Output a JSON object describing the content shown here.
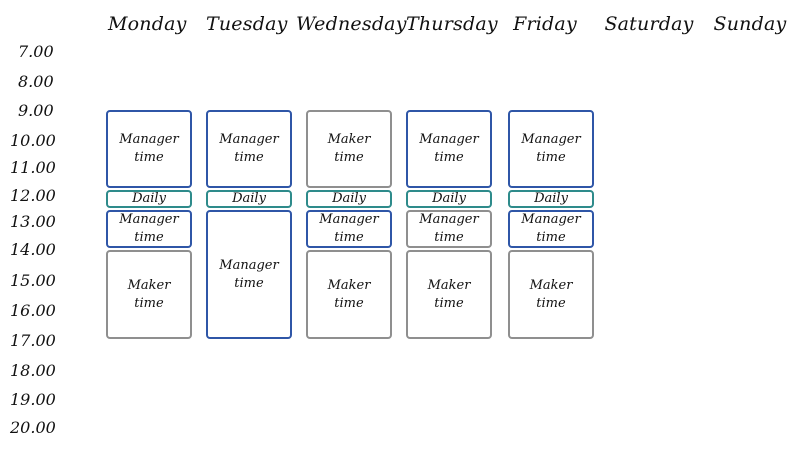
{
  "days": [
    "Monday",
    "Tuesday",
    "Wednesday",
    "Thursday",
    "Friday",
    "Saturday",
    "Sunday"
  ],
  "times": [
    "7.00",
    "8.00",
    "9.00",
    "10.00",
    "11.00",
    "12.00",
    "13.00",
    "14.00",
    "15.00",
    "16.00",
    "17.00",
    "18.00",
    "19.00",
    "20.00"
  ],
  "block_labels": {
    "manager": [
      "Manager",
      "time"
    ],
    "maker": [
      "Maker",
      "time"
    ],
    "daily": [
      "Daily"
    ]
  },
  "schedule": [
    {
      "day": "Monday",
      "blocks": [
        {
          "kind": "manager",
          "start": "9.00",
          "end": "12.00"
        },
        {
          "kind": "daily",
          "start": "12.00",
          "end": "12.30"
        },
        {
          "kind": "manager",
          "start": "12.30",
          "end": "14.00"
        },
        {
          "kind": "maker",
          "start": "14.00",
          "end": "17.00"
        }
      ]
    },
    {
      "day": "Tuesday",
      "blocks": [
        {
          "kind": "manager",
          "start": "9.00",
          "end": "12.00"
        },
        {
          "kind": "daily",
          "start": "12.00",
          "end": "12.30"
        },
        {
          "kind": "manager",
          "start": "12.30",
          "end": "17.00"
        }
      ]
    },
    {
      "day": "Wednesday",
      "blocks": [
        {
          "kind": "maker",
          "start": "9.00",
          "end": "12.00"
        },
        {
          "kind": "daily",
          "start": "12.00",
          "end": "12.30"
        },
        {
          "kind": "manager",
          "start": "12.30",
          "end": "14.00"
        },
        {
          "kind": "maker",
          "start": "14.00",
          "end": "17.00"
        }
      ]
    },
    {
      "day": "Thursday",
      "blocks": [
        {
          "kind": "manager",
          "start": "9.00",
          "end": "12.00"
        },
        {
          "kind": "daily",
          "start": "12.00",
          "end": "12.30"
        },
        {
          "kind": "manager",
          "start": "12.30",
          "end": "14.00",
          "border": "gray"
        },
        {
          "kind": "maker",
          "start": "14.00",
          "end": "17.00"
        }
      ]
    },
    {
      "day": "Friday",
      "blocks": [
        {
          "kind": "manager",
          "start": "9.00",
          "end": "12.00"
        },
        {
          "kind": "daily",
          "start": "12.00",
          "end": "12.30"
        },
        {
          "kind": "manager",
          "start": "12.30",
          "end": "14.00"
        },
        {
          "kind": "maker",
          "start": "14.00",
          "end": "17.00"
        }
      ]
    }
  ],
  "colors": {
    "manager_border": "#2f56a7",
    "maker_border": "#8f8f8f",
    "daily_border": "#2e8b8b",
    "background": "#ffffff",
    "text": "#111111"
  }
}
